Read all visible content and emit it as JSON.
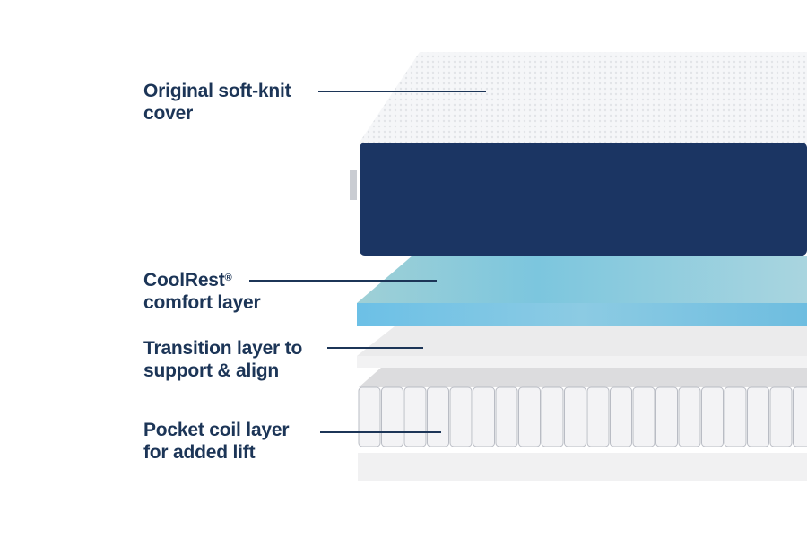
{
  "labels": [
    {
      "line1": "Original soft-knit",
      "line2": "cover"
    },
    {
      "line1": "CoolRest",
      "mark": "®",
      "line2": "comfort layer"
    },
    {
      "line1": "Transition layer to",
      "line2": "support & align"
    },
    {
      "line1": "Pocket coil layer",
      "line2": "for added lift"
    }
  ],
  "colors": {
    "text": "#1c3557",
    "cover_side": "#1b3563",
    "cover_top": "#f4f5f7",
    "cool_layer": "#7cc3da",
    "foam": "#eeeeef"
  }
}
